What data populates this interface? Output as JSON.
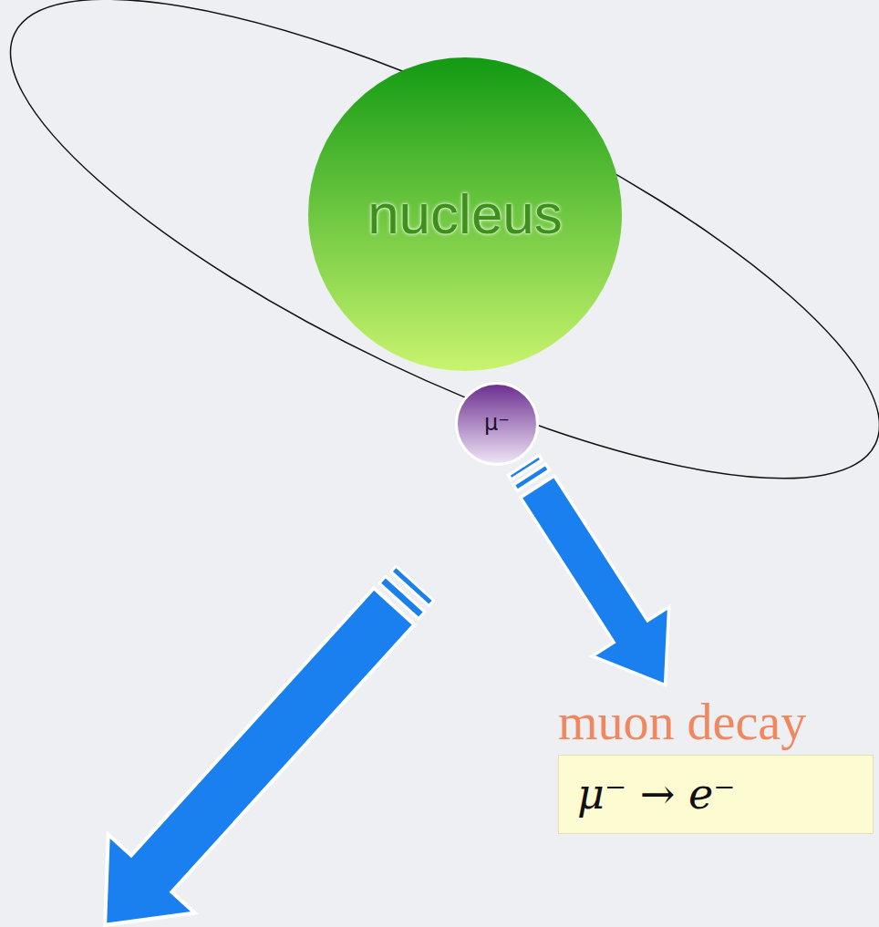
{
  "diagram": {
    "nodes": [
      {
        "text": [
          "nucleus"
        ]
      },
      {
        "text": [
          "μ⁻"
        ]
      },
      {
        "text": [
          "muon decay",
          "μ⁻ → e⁻"
        ]
      }
    ],
    "edges": [
      {
        "from": 1,
        "to": 2,
        "arrow": "to"
      }
    ]
  }
}
